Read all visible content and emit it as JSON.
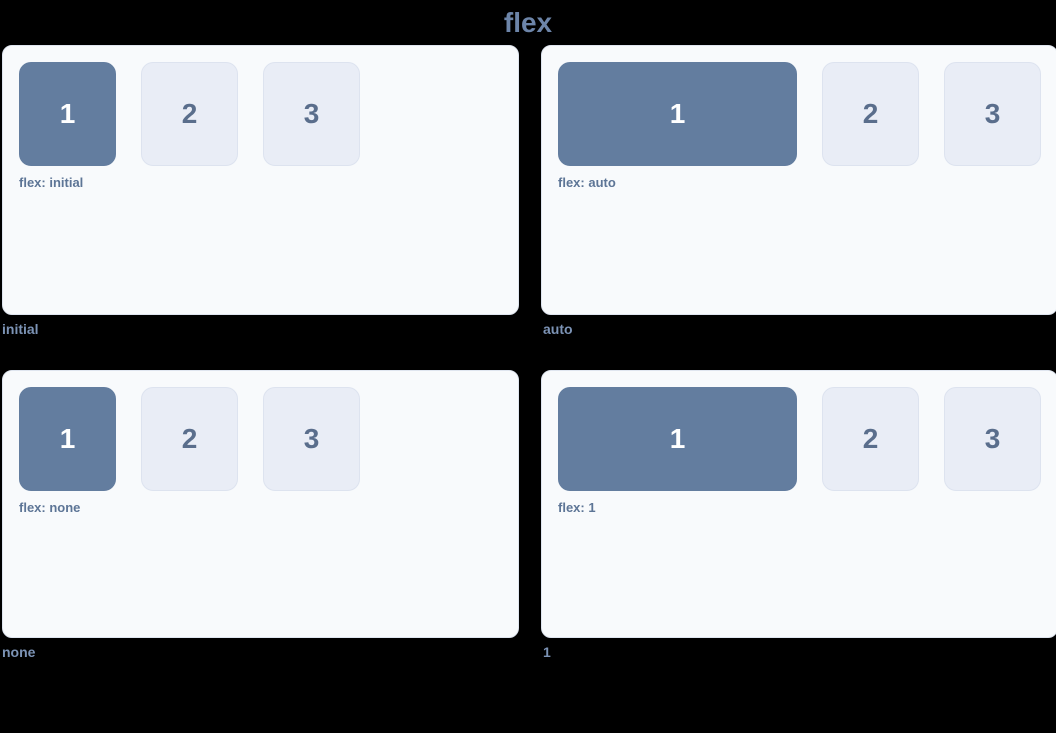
{
  "title": "flex",
  "colors": {
    "page_background": "#000000",
    "panel_background": "#f8fafc",
    "panel_border": "#dfe5ef",
    "box_fill": "#e9edf6",
    "box_text": "#5a6e8c",
    "primary_box_fill": "#637d9f",
    "primary_box_text": "#ffffff",
    "title_text": "#6d85a9",
    "caption_text": "#7c93b5",
    "code_label_text": "#5d7596"
  },
  "demos": [
    {
      "caption": "initial",
      "code_label": "flex: initial",
      "value": "initial",
      "items": [
        {
          "label": "1",
          "primary": true
        },
        {
          "label": "2",
          "primary": false
        },
        {
          "label": "3",
          "primary": false
        }
      ]
    },
    {
      "caption": "auto",
      "code_label": "flex: auto",
      "value": "auto",
      "items": [
        {
          "label": "1",
          "primary": true
        },
        {
          "label": "2",
          "primary": false
        },
        {
          "label": "3",
          "primary": false
        }
      ]
    },
    {
      "caption": "none",
      "code_label": "flex: none",
      "value": "none",
      "items": [
        {
          "label": "1",
          "primary": true
        },
        {
          "label": "2",
          "primary": false
        },
        {
          "label": "3",
          "primary": false
        }
      ]
    },
    {
      "caption": "1",
      "code_label": "flex: 1",
      "value": "1",
      "items": [
        {
          "label": "1",
          "primary": true
        },
        {
          "label": "2",
          "primary": false
        },
        {
          "label": "3",
          "primary": false
        }
      ]
    }
  ]
}
